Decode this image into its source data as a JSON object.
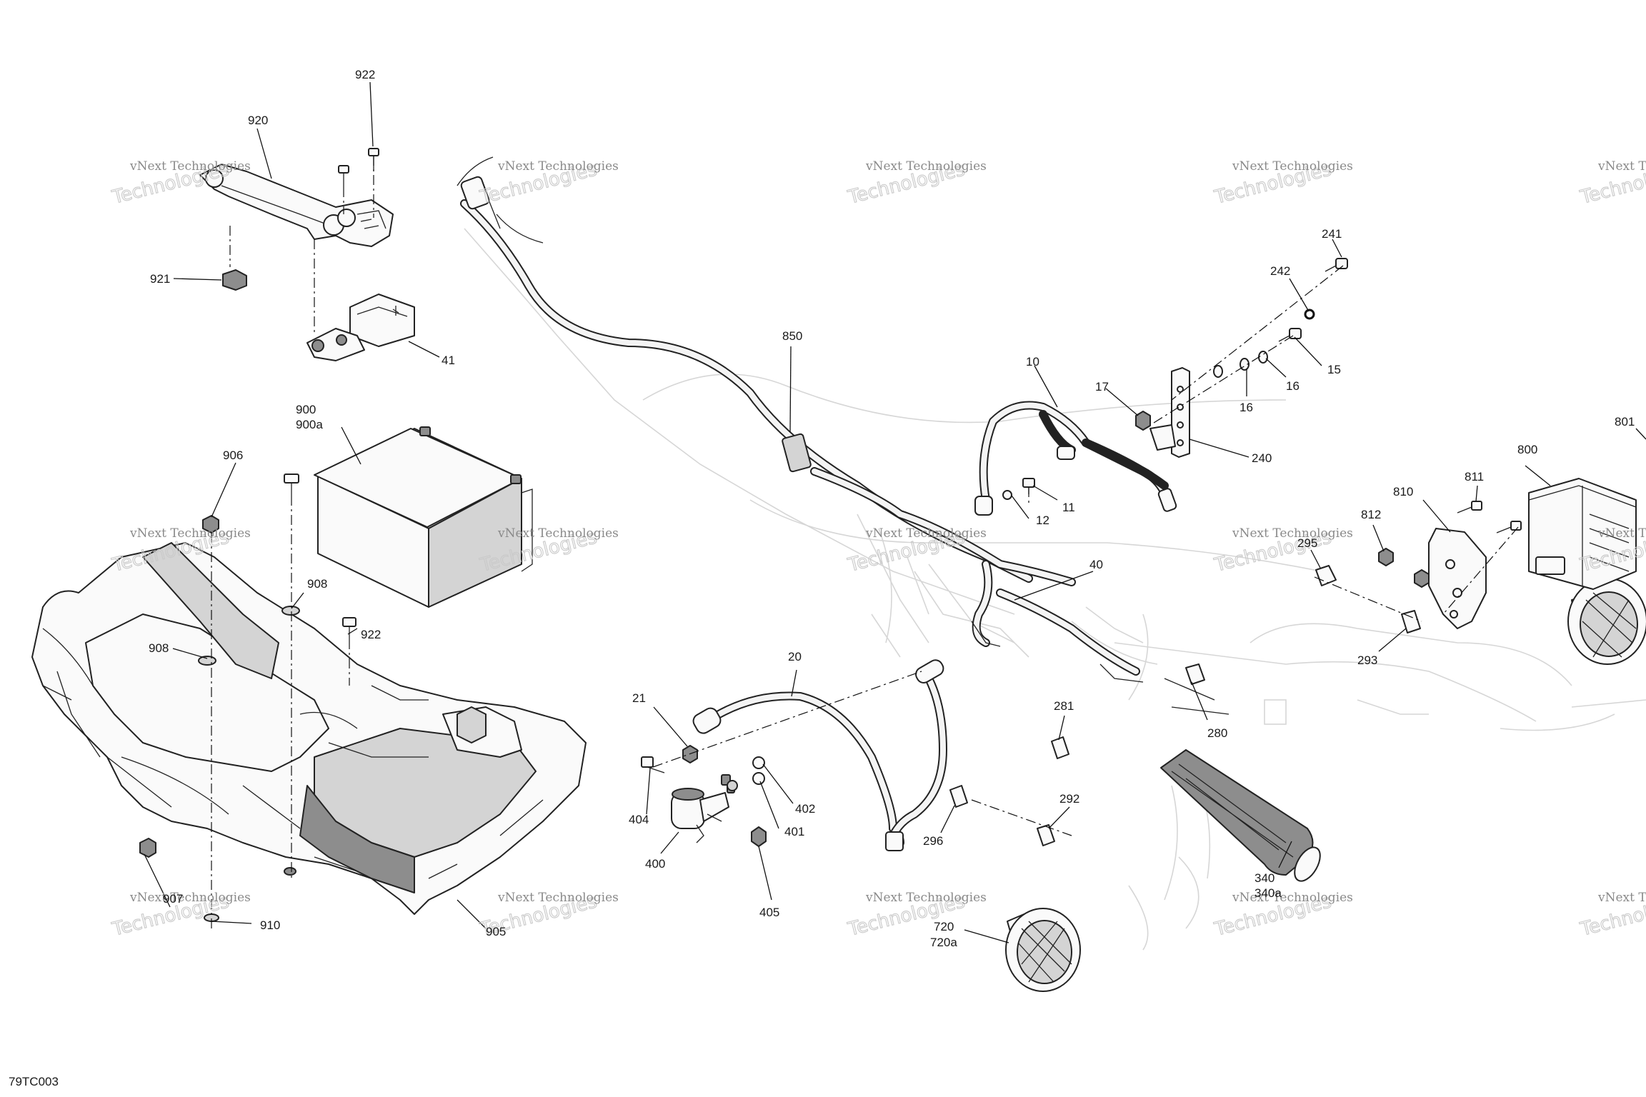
{
  "diagram_code": "79TC003",
  "watermark": {
    "line1": "vNext Technologies",
    "line2": "Technologies"
  },
  "callouts": [
    "922",
    "920",
    "921",
    "41",
    "900",
    "900a",
    "906",
    "908",
    "922",
    "908",
    "907",
    "910",
    "905",
    "850",
    "21",
    "20",
    "404",
    "402",
    "401",
    "400",
    "405",
    "10",
    "17",
    "11",
    "12",
    "40",
    "241",
    "242",
    "15",
    "16",
    "16",
    "240",
    "800",
    "801",
    "810",
    "811",
    "812",
    "295",
    "293",
    "281",
    "292",
    "296",
    "280",
    "340",
    "340a",
    "720",
    "720a"
  ]
}
